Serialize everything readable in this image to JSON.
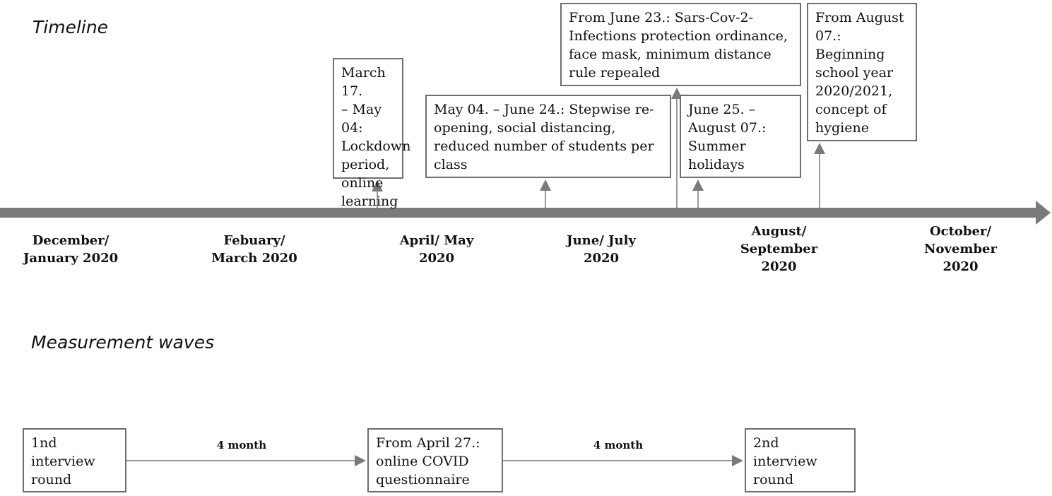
{
  "headings": {
    "timeline": "Timeline",
    "measurement_waves": "Measurement waves"
  },
  "timeline_axis": {
    "labels": [
      "December/\nJanuary 2020",
      "Febuary/\nMarch 2020",
      "April/ May\n2020",
      "June/ July\n2020",
      "August/\nSeptember\n2020",
      "October/\nNovember\n2020"
    ]
  },
  "events": {
    "lockdown": "March 17.\n– May 04:\nLockdown\nperiod,\nonline\nlearning",
    "reopening": "May 04. – June 24.: Stepwise re-\nopening, social distancing,\nreduced number of students per\nclass",
    "ordinance": "From June 23.: Sars-Cov-2-\nInfections protection ordinance,\nface mask, minimum distance\nrule repealed",
    "holidays": "June 25. –\nAugust 07.:\nSummer\nholidays",
    "school": "From August\n07.:\nBeginning\nschool year\n2020/2021,\nconcept of\nhygiene"
  },
  "waves": {
    "first": "1nd\ninterview\nround",
    "covid": "From April 27.:\nonline COVID\nquestionnaire",
    "second": "2nd\ninterview\nround",
    "interval_1": "4 month",
    "interval_2": "4 month"
  },
  "colors": {
    "axis": "#7a7a7a",
    "connector": "#9a9a9a",
    "box_border": "#6e6e6e"
  }
}
